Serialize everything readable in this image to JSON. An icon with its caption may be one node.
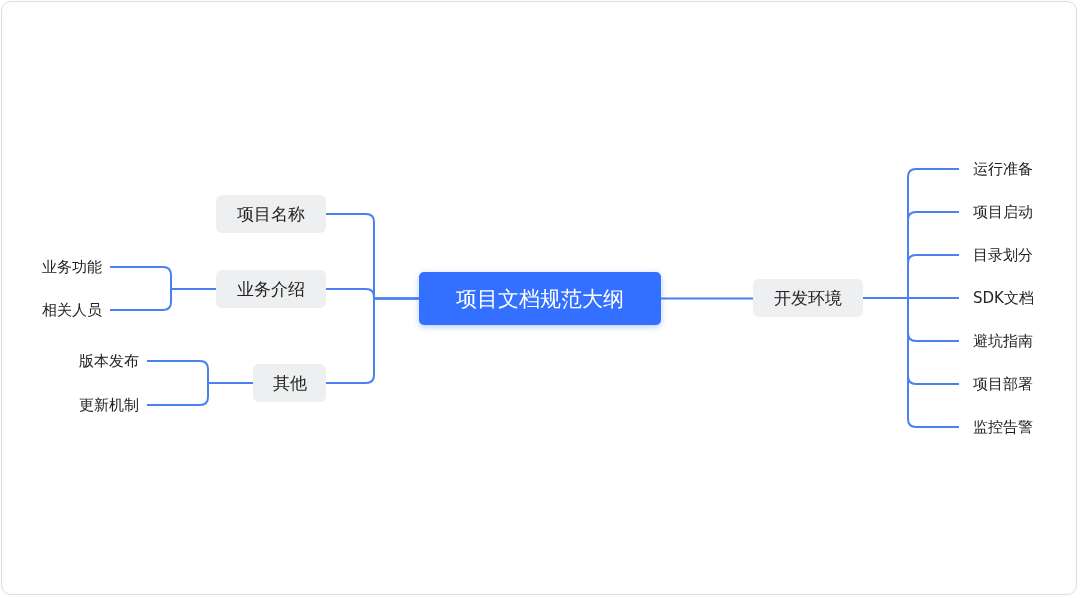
{
  "diagram": {
    "nodes": [
      {
        "text": [
          "项目文档规范大纲"
        ]
      },
      {
        "text": [
          "项目名称"
        ]
      },
      {
        "text": [
          "业务介绍"
        ]
      },
      {
        "text": [
          "其他"
        ]
      },
      {
        "text": [
          "业务功能"
        ]
      },
      {
        "text": [
          "相关人员"
        ]
      },
      {
        "text": [
          "版本发布"
        ]
      },
      {
        "text": [
          "更新机制"
        ]
      },
      {
        "text": [
          "开发环境"
        ]
      },
      {
        "text": [
          "运行准备"
        ]
      },
      {
        "text": [
          "项目启动"
        ]
      },
      {
        "text": [
          "目录划分"
        ]
      },
      {
        "text": [
          "SDK文档"
        ]
      },
      {
        "text": [
          "避坑指南"
        ]
      },
      {
        "text": [
          "项目部署"
        ]
      },
      {
        "text": [
          "监控告警"
        ]
      }
    ],
    "edges": [
      {
        "from": 0,
        "to": 1,
        "arrow": "none"
      },
      {
        "from": 0,
        "to": 2,
        "arrow": "none"
      },
      {
        "from": 0,
        "to": 3,
        "arrow": "none"
      },
      {
        "from": 2,
        "to": 4,
        "arrow": "none"
      },
      {
        "from": 2,
        "to": 5,
        "arrow": "none"
      },
      {
        "from": 3,
        "to": 6,
        "arrow": "none"
      },
      {
        "from": 3,
        "to": 7,
        "arrow": "none"
      },
      {
        "from": 0,
        "to": 8,
        "arrow": "none"
      },
      {
        "from": 8,
        "to": 9,
        "arrow": "none"
      },
      {
        "from": 8,
        "to": 10,
        "arrow": "none"
      },
      {
        "from": 8,
        "to": 11,
        "arrow": "none"
      },
      {
        "from": 8,
        "to": 12,
        "arrow": "none"
      },
      {
        "from": 8,
        "to": 13,
        "arrow": "none"
      },
      {
        "from": 8,
        "to": 14,
        "arrow": "none"
      },
      {
        "from": 8,
        "to": 15,
        "arrow": "none"
      }
    ]
  }
}
